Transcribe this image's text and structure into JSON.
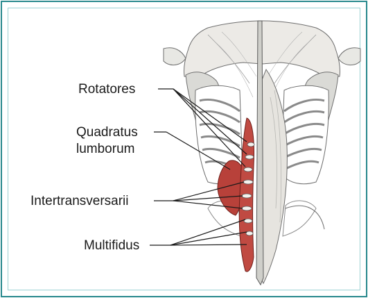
{
  "colors": {
    "border": "#2a8a8e",
    "muscle_red": "#b8413a",
    "bone": "#f1f1ee",
    "line": "#1a1a1a"
  },
  "labels": {
    "rotatores": "Rotatores",
    "quadratus_line1": "Quadratus",
    "quadratus_line2": "lumborum",
    "intertransversarii": "Intertransversarii",
    "multifidus": "Multifidus"
  }
}
